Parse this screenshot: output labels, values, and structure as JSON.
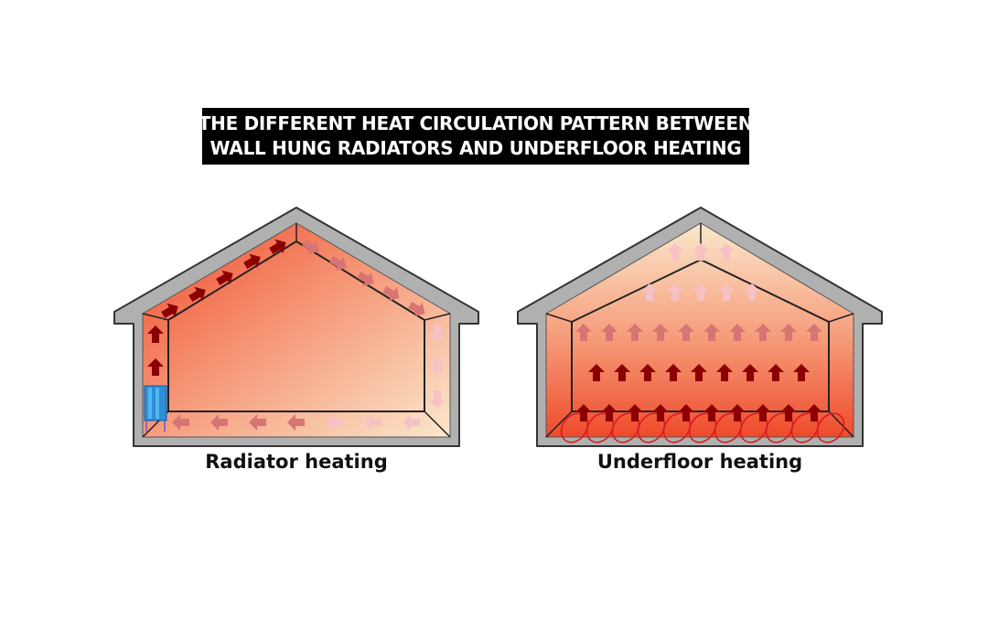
{
  "title": {
    "line1": "THE DIFFERENT HEAT CIRCULATION PATTERN BETWEEN",
    "line2": "WALL HUNG RADIATORS AND UNDERFLOOR HEATING"
  },
  "panels": {
    "left": {
      "caption": "Radiator heating"
    },
    "right": {
      "caption": "Underfloor heating"
    }
  },
  "colors": {
    "wall": "#b0b0b0",
    "wall_outline": "#333333",
    "heat_hot": "#ef4a2b",
    "heat_cool": "#fbe6c8",
    "arrow_dark": "#8b0000",
    "arrow_mid": "#d87474",
    "arrow_light": "#f6c2c6",
    "radiator": "#2a8fd6"
  }
}
